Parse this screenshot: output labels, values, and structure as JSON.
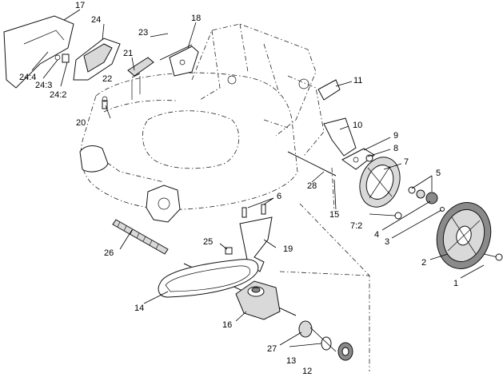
{
  "diagram": {
    "callouts": [
      {
        "id": "c1",
        "label": "1"
      },
      {
        "id": "c2",
        "label": "2"
      },
      {
        "id": "c3",
        "label": "3"
      },
      {
        "id": "c4",
        "label": "4"
      },
      {
        "id": "c5",
        "label": "5"
      },
      {
        "id": "c6",
        "label": "6"
      },
      {
        "id": "c7",
        "label": "7"
      },
      {
        "id": "c7_2",
        "label": "7:2"
      },
      {
        "id": "c8",
        "label": "8"
      },
      {
        "id": "c9",
        "label": "9"
      },
      {
        "id": "c10",
        "label": "10"
      },
      {
        "id": "c11",
        "label": "11"
      },
      {
        "id": "c12",
        "label": "12"
      },
      {
        "id": "c13",
        "label": "13"
      },
      {
        "id": "c14",
        "label": "14"
      },
      {
        "id": "c15",
        "label": "15"
      },
      {
        "id": "c16",
        "label": "16"
      },
      {
        "id": "c17",
        "label": "17"
      },
      {
        "id": "c18",
        "label": "18"
      },
      {
        "id": "c19",
        "label": "19"
      },
      {
        "id": "c20",
        "label": "20"
      },
      {
        "id": "c21",
        "label": "21"
      },
      {
        "id": "c22",
        "label": "22"
      },
      {
        "id": "c23",
        "label": "23"
      },
      {
        "id": "c24",
        "label": "24"
      },
      {
        "id": "c24_2",
        "label": "24:2"
      },
      {
        "id": "c24_3",
        "label": "24:3"
      },
      {
        "id": "c24_4",
        "label": "24:4"
      },
      {
        "id": "c25",
        "label": "25"
      },
      {
        "id": "c26",
        "label": "26"
      },
      {
        "id": "c27",
        "label": "27"
      },
      {
        "id": "c28",
        "label": "28"
      }
    ]
  }
}
